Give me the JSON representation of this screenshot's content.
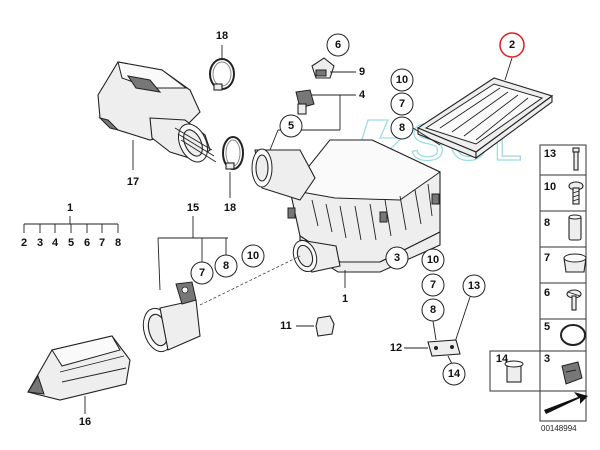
{
  "callouts": {
    "c2": "2",
    "c18_top": "18",
    "c6": "6",
    "c9": "9",
    "c4": "4",
    "c5": "5",
    "c10_a": "10",
    "c7_a": "7",
    "c8_a": "8",
    "c17": "17",
    "c18_mid": "18",
    "c1_group": "1",
    "c1_children": [
      "2",
      "3",
      "4",
      "5",
      "6",
      "7",
      "8"
    ],
    "c15": "15",
    "c7_b": "7",
    "c8_b": "8",
    "c10_b": "10",
    "c3": "3",
    "c1_box": "1",
    "c10_c": "10",
    "c7_c": "7",
    "c8_c": "8",
    "c13": "13",
    "c11": "11",
    "c12": "12",
    "c14": "14",
    "c16": "16"
  },
  "side_panel": {
    "items": [
      "13",
      "10",
      "8",
      "7",
      "6",
      "5",
      "3"
    ],
    "bottom_left": "14"
  },
  "diagram_code": "00148994",
  "watermark": "SOL",
  "highlight_color": "#e02020",
  "watermark_color": "#7fd1d8"
}
